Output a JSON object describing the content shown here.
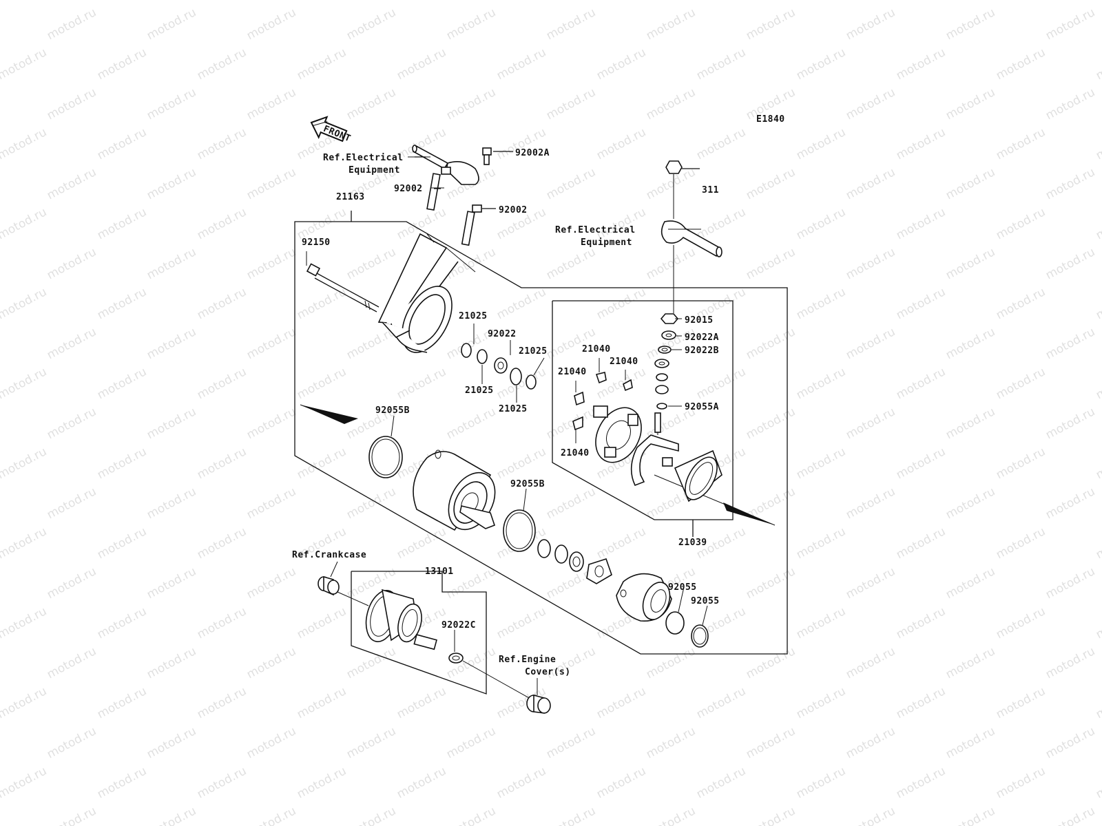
{
  "diagram_code": "E1840",
  "front_label": "FRONT",
  "watermark": "motod.ru",
  "refs": {
    "elec_top": [
      "Ref.Electrical",
      "Equipment"
    ],
    "elec_right": [
      "Ref.Electrical",
      "Equipment"
    ],
    "crankcase": "Ref.Crankcase",
    "engine_cover": [
      "Ref.Engine",
      "Cover(s)"
    ]
  },
  "parts": {
    "p92002A": "92002A",
    "p92002_a": "92002",
    "p92002_b": "92002",
    "p21163": "21163",
    "p92150": "92150",
    "p311": "311",
    "p92015": "92015",
    "p92022A": "92022A",
    "p92022B": "92022B",
    "p21040_a": "21040",
    "p21040_b": "21040",
    "p21040_c": "21040",
    "p21040_d": "21040",
    "p92055A": "92055A",
    "p21025_a": "21025",
    "p92022": "92022",
    "p21025_b": "21025",
    "p21025_c": "21025",
    "p21025_d": "21025",
    "p92055B_a": "92055B",
    "p92055B_b": "92055B",
    "p21039": "21039",
    "p13101": "13101",
    "p92022C": "92022C",
    "p92055_a": "92055",
    "p92055_b": "92055"
  }
}
